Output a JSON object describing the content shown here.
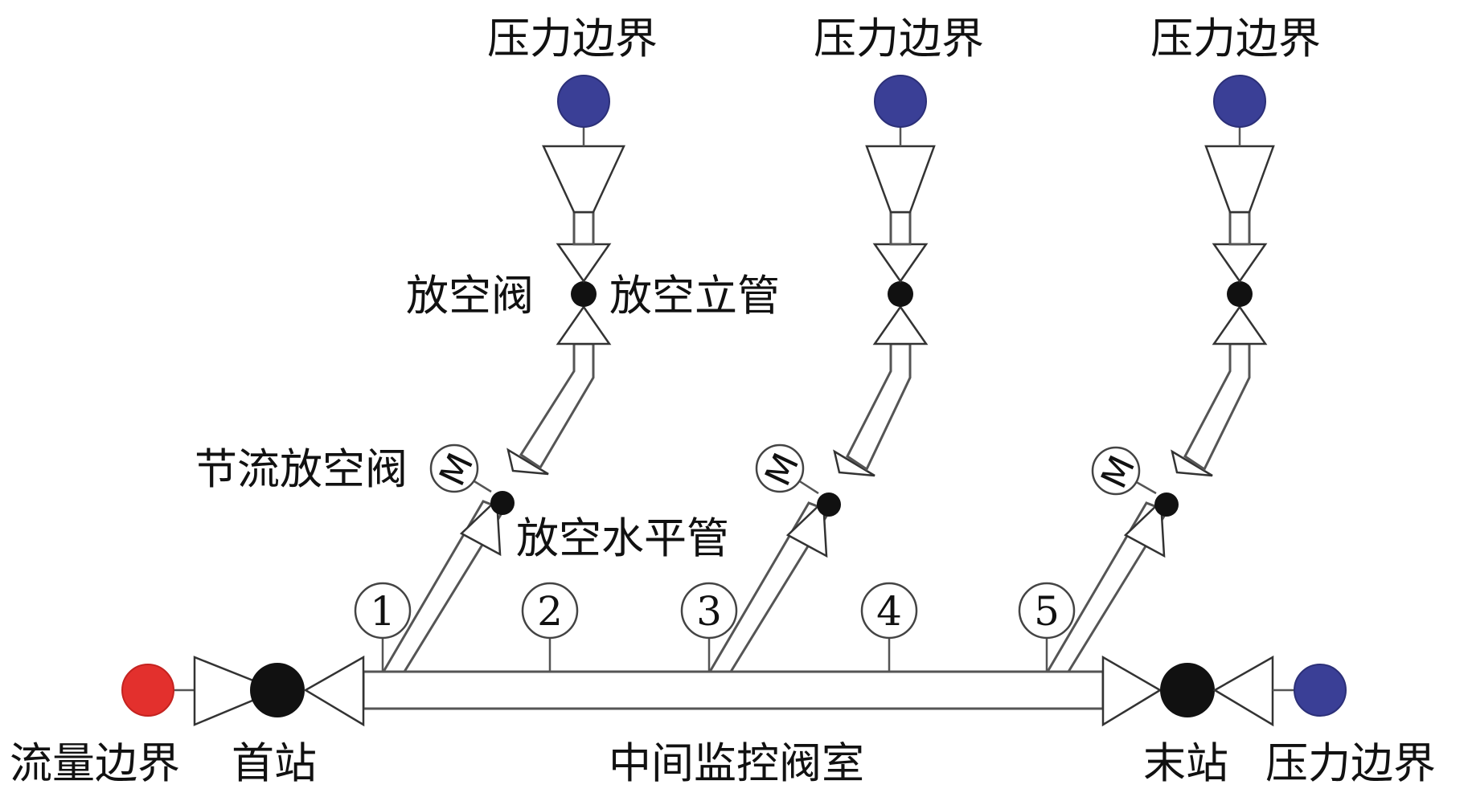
{
  "labels": {
    "pressure_boundary": "压力边界",
    "flow_boundary": "流量边界",
    "first_station": "首站",
    "end_station": "末站",
    "middle_valve_room": "中间监控阀室",
    "vent_valve": "放空阀",
    "vent_riser": "放空立管",
    "throttle_vent_valve": "节流放空阀",
    "vent_horizontal_pipe": "放空水平管",
    "motor_mark": "M"
  },
  "monitor_points": [
    "1",
    "2",
    "3",
    "4",
    "5"
  ],
  "colors": {
    "pressure_node": "#3a3f96",
    "flow_node": "#e3302d",
    "junction": "#111111"
  }
}
